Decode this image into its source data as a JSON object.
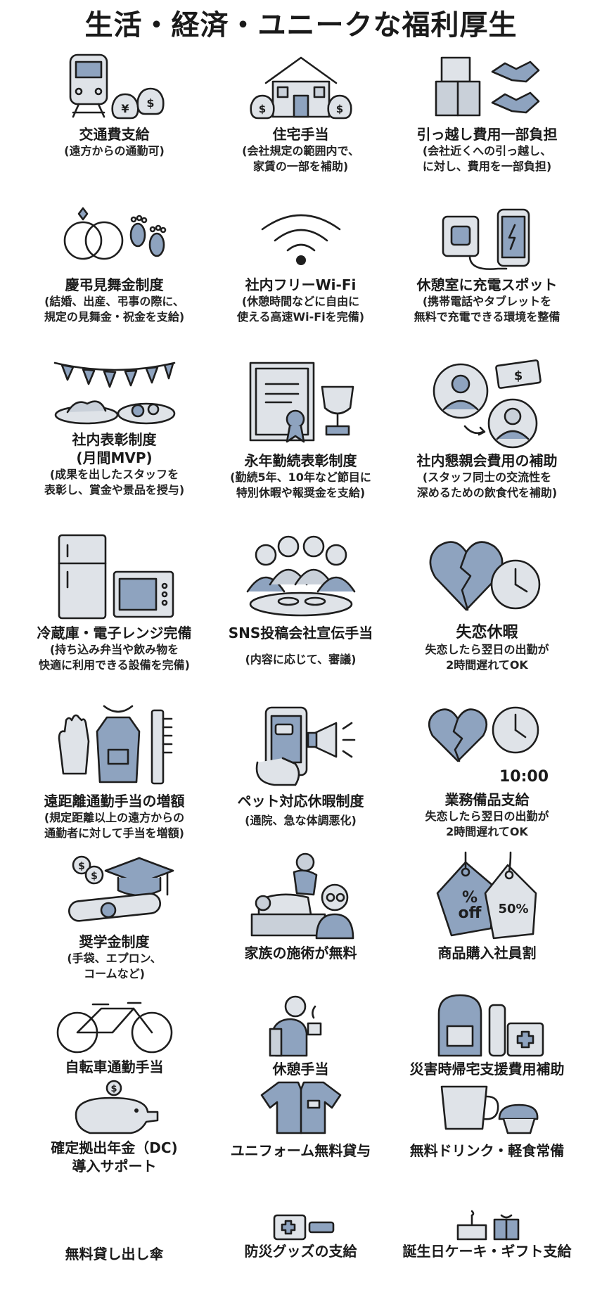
{
  "title": "生活・経済・ユニークな福利厚生",
  "items": [
    {
      "name": "交通費支給",
      "desc": "(遠方からの通勤可)",
      "icon": "train-money-icon"
    },
    {
      "name": "住宅手当",
      "desc": "(会社規定の範囲内で、\n家賃の一部を補助)",
      "icon": "house-money-icon"
    },
    {
      "name": "引っ越し費用一部負担",
      "desc": "(会社近くへの引っ越し、\nに対し、費用を一部負担)",
      "icon": "boxes-handshake-icon"
    },
    {
      "name": "慶弔見舞金制度",
      "desc": "(結婚、出産、弔事の際に、\n規定の見舞金・祝金を支給)",
      "icon": "rings-footprints-icon"
    },
    {
      "name": "社内フリーWi-Fi",
      "desc": "(休憩時間などに自由に\n使える高速Wi-Fiを完備)",
      "icon": "wifi-icon"
    },
    {
      "name": "休憩室に充電スポット",
      "desc": "(携帯電話やタブレットを\n無料で充電できる環境を整備",
      "icon": "charger-phone-icon"
    },
    {
      "name": "社内表彰制度\n(月間MVP)",
      "desc": "(成果を出したスタッフを\n表彰し、賞金や景品を授与)",
      "icon": "party-food-icon"
    },
    {
      "name": "永年勤続表彰制度",
      "desc": "(勤続5年、10年など節目に\n特別休暇や報奨金を支給)",
      "icon": "certificate-trophy-icon"
    },
    {
      "name": "社内懇親会費用の補助",
      "desc": "(スタッフ同士の交流性を\n深めるための飲食代を補助)",
      "icon": "people-money-icon"
    },
    {
      "name": "冷蔵庫・電子レンジ完備",
      "desc": "(持ち込み弁当や飲み物を\n快適に利用できる設備を完備)",
      "icon": "fridge-microwave-icon"
    },
    {
      "name": "SNS投稿会社宣伝手当",
      "desc": "(内容に応じて、審議)",
      "icon": "group-dinner-icon"
    },
    {
      "name": "失恋休暇",
      "desc": "失恋したら翌日の出勤が\n2時間遅れてOK",
      "icon": "broken-heart-clock-icon"
    },
    {
      "name": "遠距離通勤手当の増額",
      "desc": "(規定距離以上の遠方からの\n通勤者に対して手当を増額)",
      "icon": "gloves-apron-comb-icon"
    },
    {
      "name": "ペット対応休暇制度",
      "desc": "(通院、急な体調悪化)",
      "icon": "phone-megaphone-icon"
    },
    {
      "name": "業務備品支給",
      "desc": "失恋したら翌日の出勤が\n2時間遅れてOK",
      "icon": "broken-heart-clock-icon",
      "extra": "10:00"
    },
    {
      "name": "奨学金制度",
      "desc": "(手袋、エプロン、\nコームなど)",
      "icon": "graduation-diploma-icon"
    },
    {
      "name": "家族の施術が無料",
      "desc": "",
      "icon": "massage-icon"
    },
    {
      "name": "商品購入社員割",
      "desc": "",
      "icon": "discount-tags-icon",
      "tag1": "%\noff",
      "tag2": "50%"
    },
    {
      "name": "自転車通勤手当",
      "desc": "",
      "icon": "bicycle-icon"
    },
    {
      "name": "休憩手当",
      "desc": "",
      "icon": "person-coffee-icon"
    },
    {
      "name": "災害時帰宅支援費用補助",
      "desc": "",
      "icon": "backpack-firstaid-icon"
    },
    {
      "name": "確定拠出年金（DC)\n導入サポート",
      "desc": "",
      "icon": "piggy-bank-icon"
    },
    {
      "name": "ユニフォーム無料貸与",
      "desc": "",
      "icon": "uniform-shirt-icon"
    },
    {
      "name": "無料ドリンク・軽食常備",
      "desc": "",
      "icon": "coffee-muffin-icon"
    },
    {
      "name": "無料貸し出し傘",
      "desc": "",
      "icon": ""
    },
    {
      "name": "防災グッズの支給",
      "desc": "",
      "icon": "firstaid-flashlight-icon"
    },
    {
      "name": "誕生日ケーキ・ギフト支給",
      "desc": "",
      "icon": "cake-gift-icon"
    }
  ]
}
